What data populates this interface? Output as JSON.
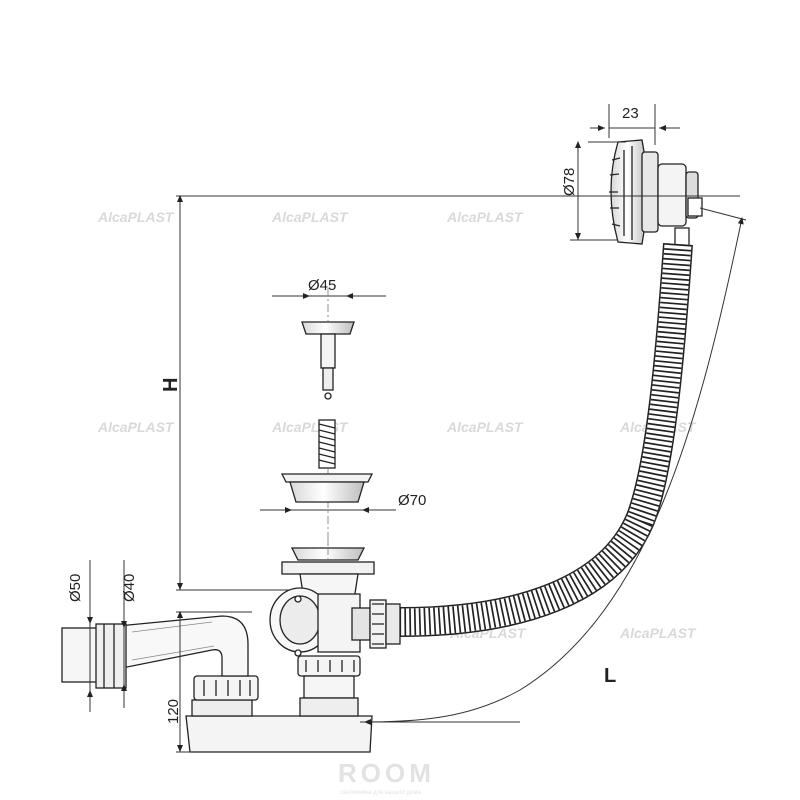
{
  "dimensions": {
    "overflow_width": "23",
    "overflow_diameter": "Ø78",
    "plug_diameter": "Ø45",
    "flange_diameter": "Ø70",
    "height_label": "H",
    "length_label": "L",
    "outlet_outer_diameter": "Ø50",
    "outlet_inner_diameter": "Ø40",
    "trap_height": "120"
  },
  "watermark": {
    "text": "AlcaPLAST"
  },
  "footer_logo": {
    "name": "ROOM",
    "tagline": "сантехника для вашего дома"
  },
  "colors": {
    "line": "#222222",
    "dim_line": "#333333",
    "watermark": "#d9d9d9"
  }
}
